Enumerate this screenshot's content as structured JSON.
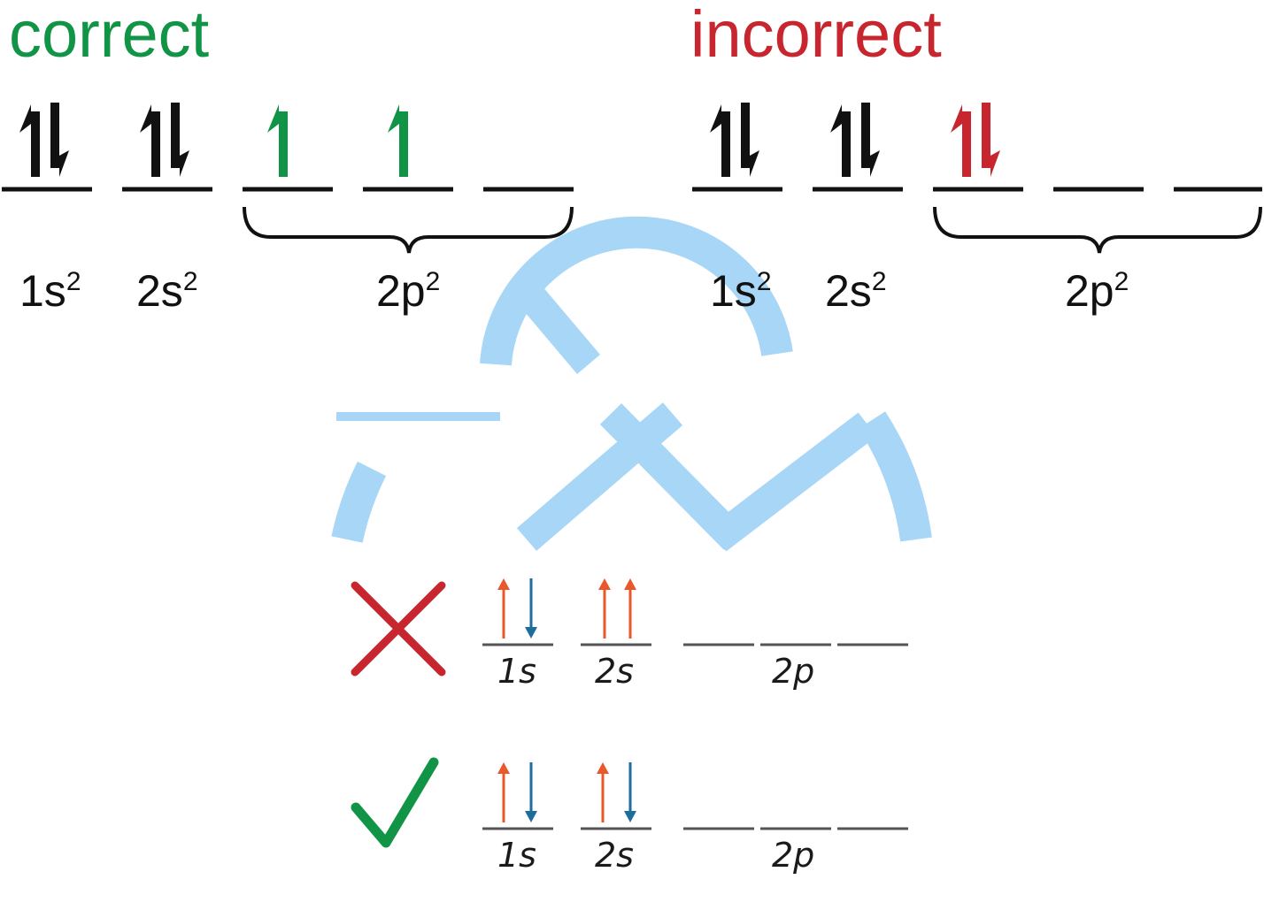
{
  "colors": {
    "correct_green": "#129447",
    "incorrect_red": "#c8262e",
    "arrow_orange": "#e8582a",
    "arrow_blue": "#1b6e9e",
    "watermark_blue": "#a8d6f7",
    "line_gray": "#555555"
  },
  "top": {
    "correct": {
      "heading": "correct",
      "labels": {
        "s1": "1s",
        "s1_sup": "2",
        "s2": "2s",
        "s2_sup": "2",
        "p": "2p",
        "p_sup": "2"
      }
    },
    "incorrect": {
      "heading": "incorrect",
      "labels": {
        "s1": "1s",
        "s1_sup": "2",
        "s2": "2s",
        "s2_sup": "2",
        "p": "2p",
        "p_sup": "2"
      }
    }
  },
  "bottom": {
    "wrong_row": {
      "mark": "cross-icon",
      "labels": {
        "s1": "1s",
        "s2": "2s",
        "p": "2p"
      }
    },
    "right_row": {
      "mark": "check-icon",
      "labels": {
        "s1": "1s",
        "s2": "2s",
        "p": "2p"
      }
    }
  }
}
